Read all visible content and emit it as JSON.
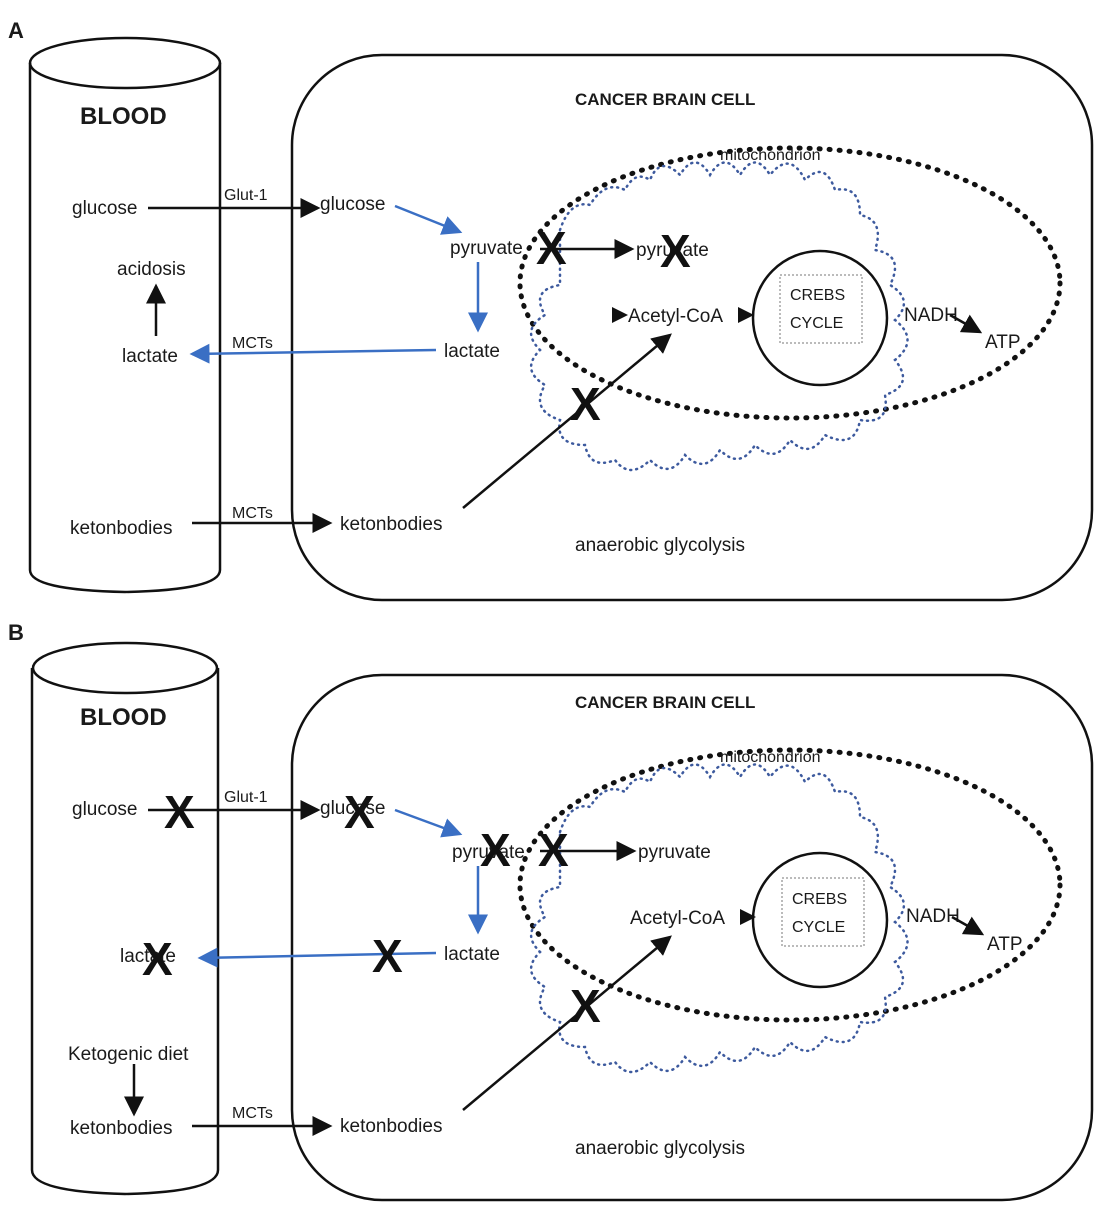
{
  "colors": {
    "blue_arrow": "#3a6fc4",
    "cristae": "#3d5a9e",
    "ink": "#111111"
  },
  "panels": [
    {
      "letter": "A",
      "blood": {
        "title": "BLOOD",
        "glucose": "glucose",
        "acidosis": "acidosis",
        "lactate": "lactate",
        "ketonbodies": "ketonbodies"
      },
      "transport": {
        "glut": "Glut-1",
        "mct_lactate": "MCTs",
        "mct_keto": "MCTs"
      },
      "cell": {
        "title": "CANCER BRAIN CELL",
        "glucose": "glucose",
        "pyruvate": "pyruvate",
        "lactate": "lactate",
        "ketonbodies": "ketonbodies",
        "glycolysis": "anaerobic glycolysis"
      },
      "mito": {
        "title": "mitochondrion",
        "pyruvate": "pyruvate",
        "acetyl": "Acetyl-CoA",
        "krebs1": "CREBS",
        "krebs2": "CYCLE",
        "nadh": "NADH",
        "atp": "ATP"
      },
      "block_mark": "X"
    },
    {
      "letter": "B",
      "blood": {
        "title": "BLOOD",
        "glucose": "glucose",
        "lactate": "lactate",
        "diet": "Ketogenic diet",
        "ketonbodies": "ketonbodies"
      },
      "transport": {
        "glut": "Glut-1",
        "mct_keto": "MCTs"
      },
      "cell": {
        "title": "CANCER BRAIN CELL",
        "glucose": "glucose",
        "pyruvate": "pyruvate",
        "lactate": "lactate",
        "ketonbodies": "ketonbodies",
        "glycolysis": "anaerobic glycolysis"
      },
      "mito": {
        "title": "mitochondrion",
        "pyruvate": "pyruvate",
        "acetyl": "Acetyl-CoA",
        "krebs1": "CREBS",
        "krebs2": "CYCLE",
        "nadh": "NADH",
        "atp": "ATP"
      },
      "block_mark": "X"
    }
  ]
}
